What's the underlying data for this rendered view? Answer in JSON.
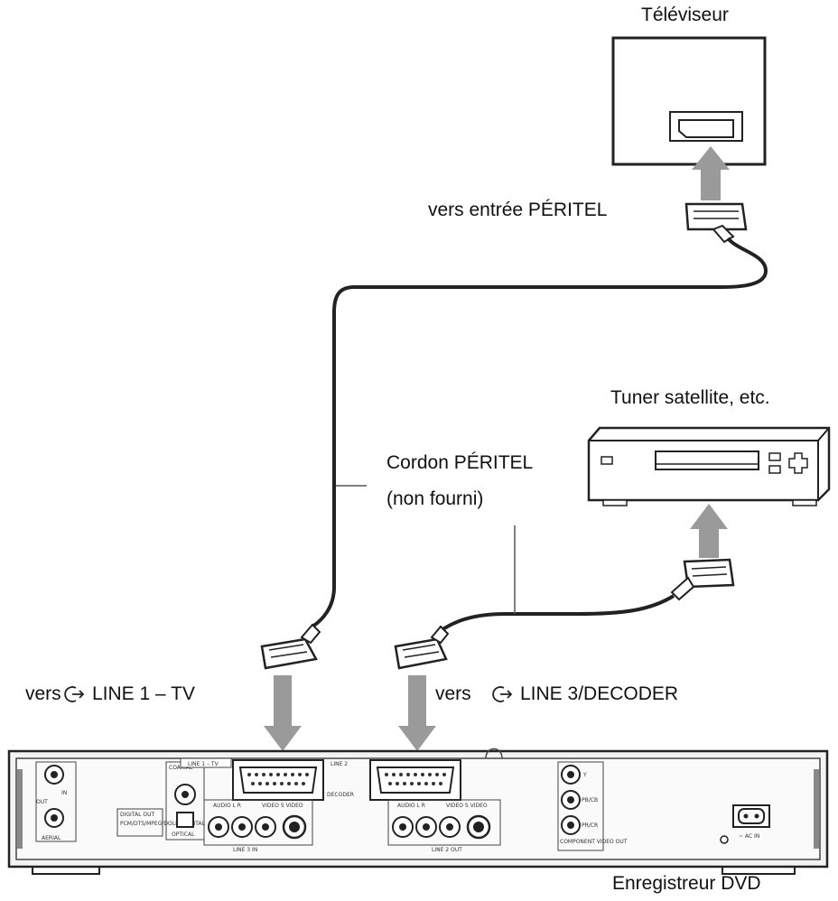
{
  "labels": {
    "tv": "Téléviseur",
    "to_scart_in": "vers entrée PÉRITEL",
    "satellite_tuner": "Tuner satellite, etc.",
    "scart_cable": "Cordon PÉRITEL",
    "not_supplied": "(non fourni)",
    "to_line1_prefix": "vers",
    "to_line1": "LINE 1 – TV",
    "to_line3_prefix": "vers",
    "to_line3": "LINE 3/DECODER",
    "dvd_recorder": "Enregistreur DVD"
  },
  "panel": {
    "line1_tv": "LINE 1 – TV",
    "line2": "LINE 2",
    "decoder": "DECODER",
    "rf_in": "IN",
    "rf_out": "OUT",
    "aerial": "AERIAL",
    "digital_out": "DIGITAL OUT",
    "pcm_dts": "PCM/DTS/MPEG/DOLBY DIGITAL",
    "coaxial": "COAXIAL",
    "optical": "OPTICAL",
    "audio_lr": "AUDIO L  R",
    "video_svideo": "VIDEO S VIDEO",
    "line3_in": "LINE 3 IN",
    "line2_out": "LINE 2 OUT",
    "y": "Y",
    "pb_cb": "PB/CB",
    "pr_cr": "PR/CR",
    "component_video_out": "COMPONENT VIDEO OUT",
    "ac_in": "~ AC IN"
  },
  "icon_names": [
    "scart-input-icon",
    "line-input-arrow-icon"
  ]
}
